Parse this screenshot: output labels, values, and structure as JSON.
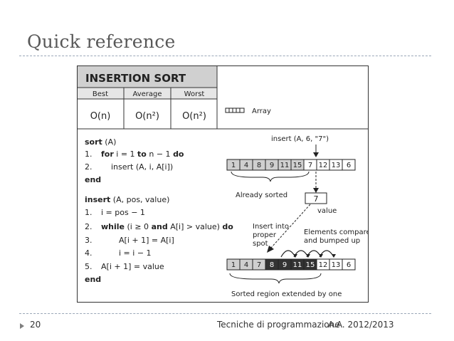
{
  "slide": {
    "title": "Quick reference",
    "page_number": "20",
    "course": "Tecniche di programmazione",
    "academic_year": "A.A. 2012/2013"
  },
  "figure": {
    "header_title": "INSERTION SORT",
    "complexity": {
      "columns": [
        "Best",
        "Average",
        "Worst"
      ],
      "best": "O(n)",
      "average": "O(n²)",
      "worst": "O(n²)"
    },
    "legend_label": "Array",
    "sort_code": {
      "l0": "sort (A)",
      "l1": "for i = 1 to n − 1 do",
      "l2": "insert (A, i, A[i])",
      "l3": "end"
    },
    "insert_code": {
      "l0": "insert (A, pos, value)",
      "l1": "i = pos − 1",
      "l2": "while (i ≥ 0 and A[i] > value) do",
      "l3": "A[i + 1] = A[i]",
      "l4": "i = i − 1",
      "l5": "A[i + 1] = value",
      "l6": "end"
    },
    "line_numbers": [
      "1.",
      "2.",
      "3.",
      "4.",
      "5."
    ],
    "diagram": {
      "insert_call": "insert (A, 6, \"7\")",
      "top_array": [
        "1",
        "4",
        "8",
        "9",
        "11",
        "15",
        "7",
        "12",
        "13",
        "6"
      ],
      "already_sorted_label": "Already sorted",
      "value_box": "7",
      "value_label": "value",
      "insert_label": [
        "Insert into",
        "proper",
        "spot"
      ],
      "compared_label": [
        "Elements compared",
        "and bumped up"
      ],
      "bottom_array": [
        "1",
        "4",
        "7",
        "8",
        "9",
        "11",
        "15",
        "12",
        "13",
        "6"
      ],
      "sorted_region_label": "Sorted region extended by one"
    }
  }
}
